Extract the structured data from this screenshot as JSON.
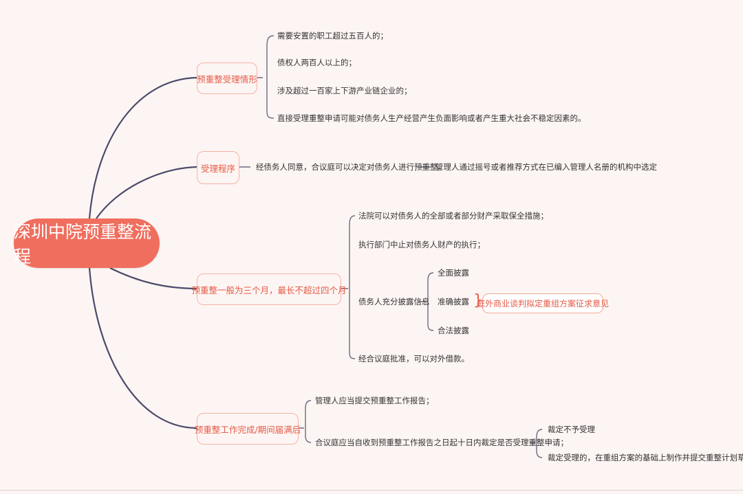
{
  "root": {
    "label": "深圳中院预重整流程"
  },
  "branches": [
    {
      "label": "预重整受理情形",
      "items": [
        "需要安置的职工超过五百人的；",
        "债权人两百人以上的；",
        "涉及超过一百家上下游产业链企业的；",
        "直接受理重整申请可能对债务人生产经营产生负面影响或者产生重大社会不稳定因素的。"
      ]
    },
    {
      "label": "受理程序",
      "items": [
        "经债务人同意，合议庭可以决定对债务人进行预重整。",
        "管理人通过摇号或者推荐方式在已编入管理人名册的机构中选定"
      ]
    },
    {
      "label": "预重整一般为三个月，最长不超过四个月",
      "items": [
        "法院可以对债务人的全部或者部分财产采取保全措施；",
        "执行部门中止对债务人财产的执行；",
        "债务人充分披露信息",
        "经合议庭批准，可以对外借款。"
      ],
      "disclosure": {
        "items": [
          "全面披露",
          "准确披露",
          "合法披露"
        ],
        "bracket": "}",
        "note": "庭外商业谈判拟定重组方案征求意见"
      }
    },
    {
      "label": "预重整工作完成/期间届满后",
      "items": [
        "管理人应当提交预重整工作报告；",
        "合议庭应当自收到预重整工作报告之日起十日内裁定是否受理重整申请；"
      ],
      "outcomes": [
        "裁定不予受理",
        "裁定受理的，在重组方案的基础上制作并提交重整计划草案"
      ]
    }
  ],
  "colors": {
    "root_fill": "#f06e5e",
    "branch_text": "#e55a46",
    "branch_border": "#f4b2a6",
    "main_line": "#4a4a6a",
    "leaf_line": "#6b6b80",
    "background": "#fdf5f3"
  }
}
